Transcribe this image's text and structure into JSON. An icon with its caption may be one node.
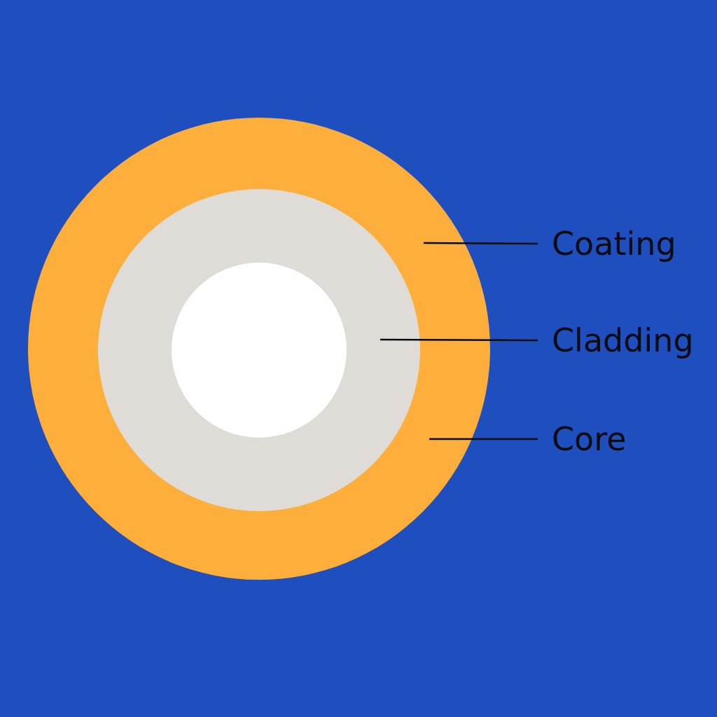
{
  "diagram": {
    "nodes": [
      {
        "text": [],
        "shape": "circle"
      },
      {
        "text": [],
        "shape": "circle",
        "in": 0
      },
      {
        "text": [],
        "shape": "circle",
        "in": 1
      },
      {
        "text": [
          "Coating"
        ]
      },
      {
        "text": [
          "Cladding"
        ]
      },
      {
        "text": [
          "Core"
        ]
      }
    ],
    "edges": [
      {
        "from": 3,
        "to": 0,
        "arrow": "none"
      },
      {
        "from": 4,
        "to": 1,
        "arrow": "none"
      },
      {
        "from": 5,
        "to": 0,
        "arrow": "none"
      }
    ]
  }
}
